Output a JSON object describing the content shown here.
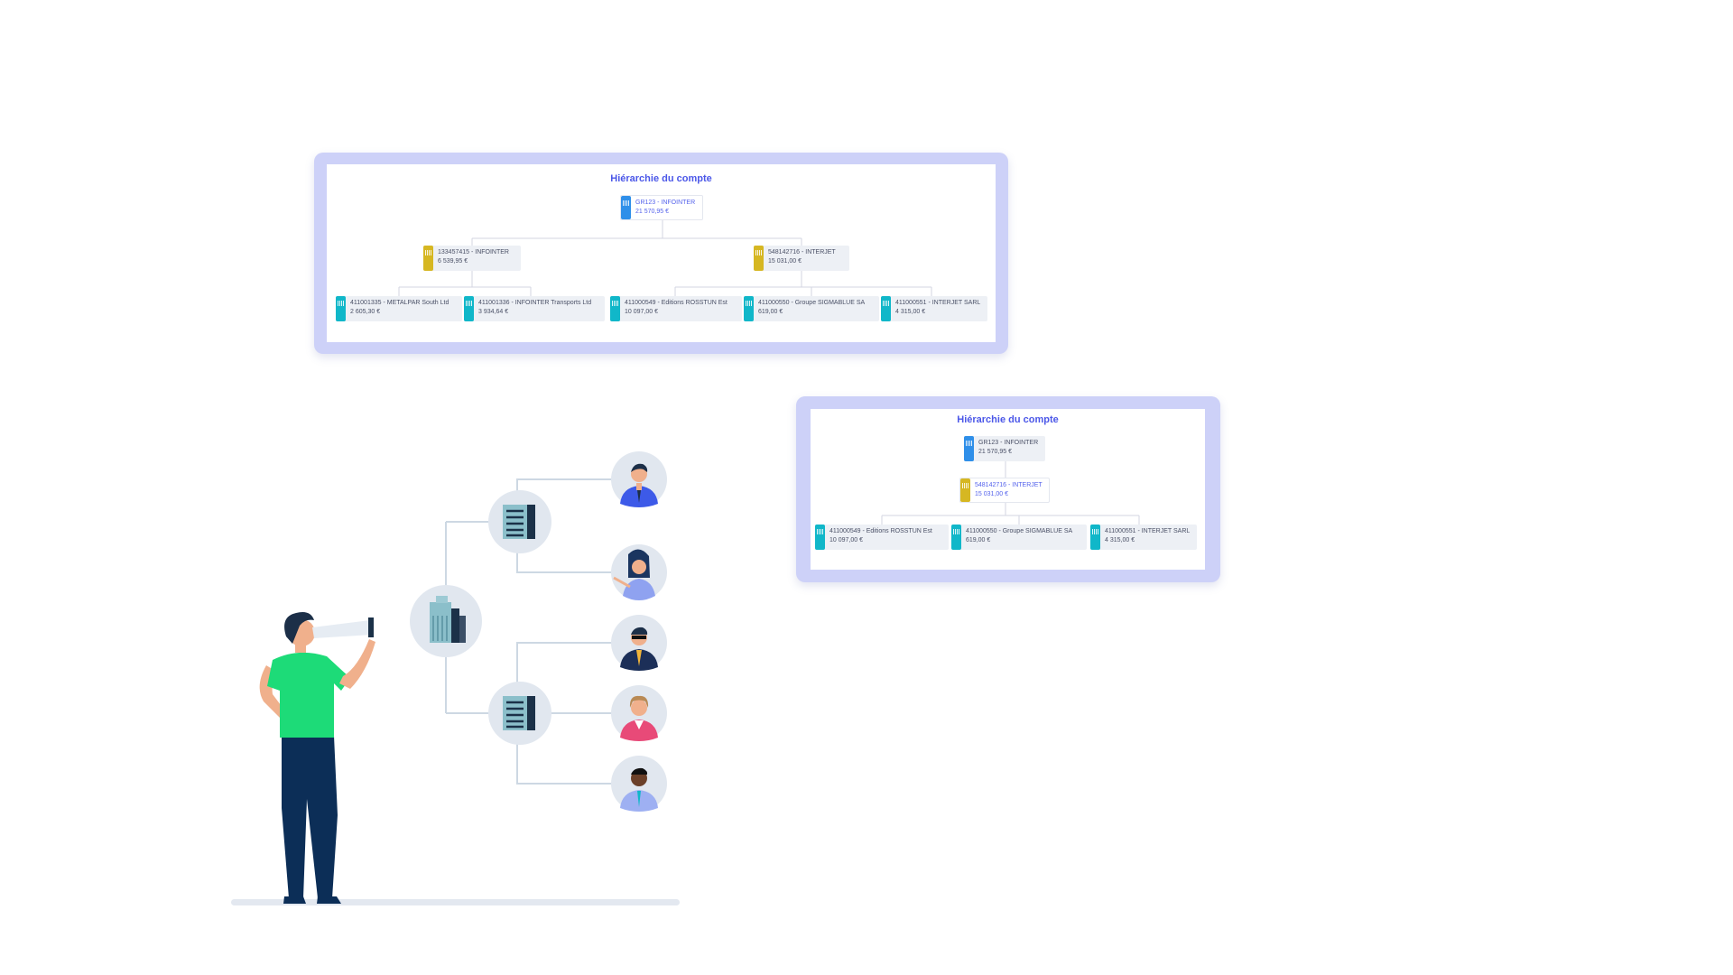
{
  "panels": [
    {
      "title": "Hiérarchie du compte",
      "nodes": [
        {
          "label": "GR123 - INFOINTER",
          "amount": "21 570,95 €"
        },
        {
          "label": "133457415 - INFOINTER",
          "amount": "6 539,95 €"
        },
        {
          "label": "548142716 - INTERJET",
          "amount": "15 031,00 €"
        },
        {
          "label": "411001335 - METALPAR South Ltd",
          "amount": "2 605,30 €"
        },
        {
          "label": "411001336 - INFOINTER Transports Ltd",
          "amount": "3 934,64 €"
        },
        {
          "label": "411000549 - Editions ROSSTUN Est",
          "amount": "10 097,00 €"
        },
        {
          "label": "411000550 - Groupe SIGMABLUE SA",
          "amount": "619,00 €"
        },
        {
          "label": "411000551 - INTERJET SARL",
          "amount": "4 315,00 €"
        }
      ]
    },
    {
      "title": "Hiérarchie du compte",
      "nodes": [
        {
          "label": "GR123 - INFOINTER",
          "amount": "21 570,95 €"
        },
        {
          "label": "548142716 - INTERJET",
          "amount": "15 031,00 €"
        },
        {
          "label": "411000549 - Editions ROSSTUN Est",
          "amount": "10 097,00 €"
        },
        {
          "label": "411000550 - Groupe SIGMABLUE SA",
          "amount": "619,00 €"
        },
        {
          "label": "411000551 - INTERJET SARL",
          "amount": "4 315,00 €"
        }
      ]
    }
  ],
  "colors": {
    "accent": "#4b57e8",
    "frame": "#cdd1f8",
    "group": "#2f8fe9",
    "company": "#d6b722",
    "account": "#10b7c9",
    "shirt": "#1ddb78",
    "trousers": "#0c2e57"
  },
  "icons": [
    "building-icon",
    "group-building-icon",
    "person-avatar-icon",
    "binoculars-icon"
  ]
}
